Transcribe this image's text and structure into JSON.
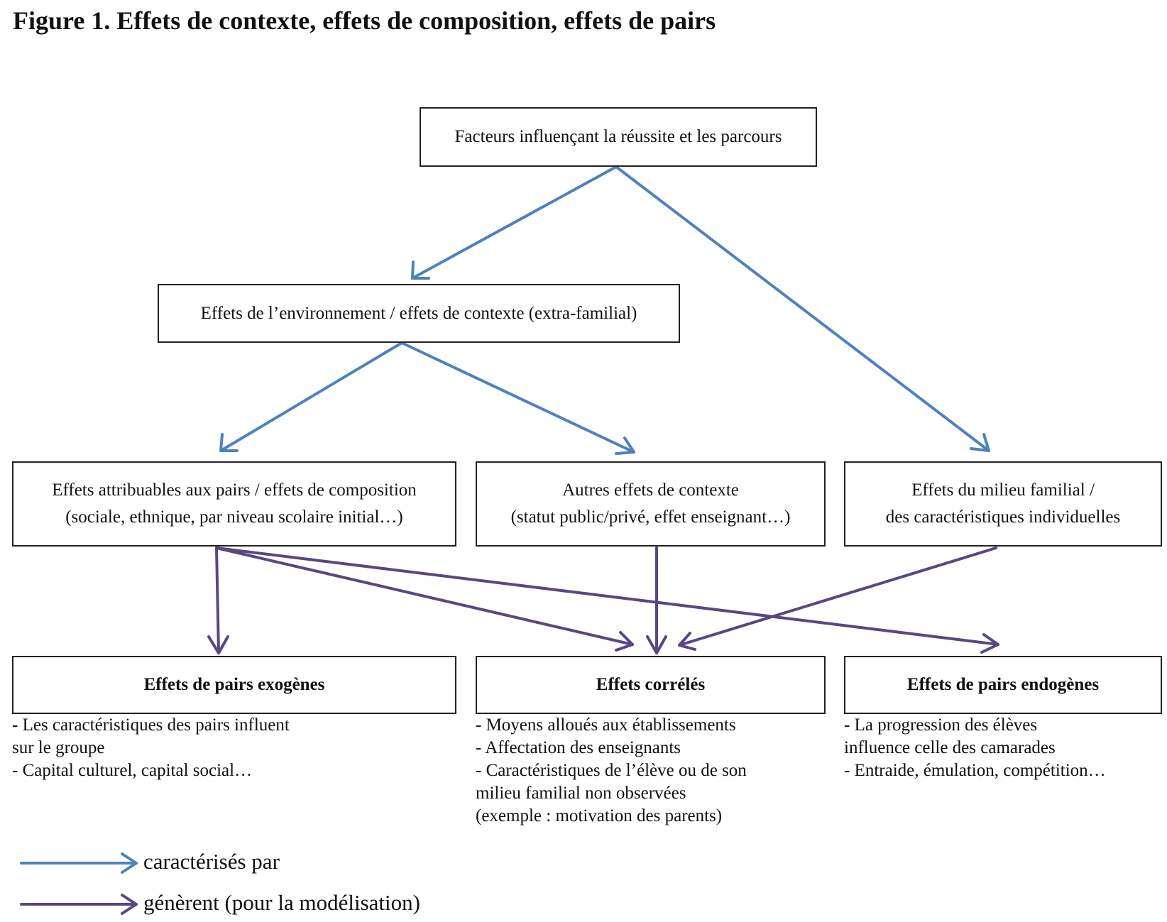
{
  "title": "Figure 1. Effets de contexte, effets de composition, effets de pairs",
  "nodes": {
    "root": {
      "lines": [
        "Facteurs influençant la réussite et les parcours"
      ]
    },
    "env": {
      "lines": [
        "Effets de l’environnement / effets de contexte (extra-familial)"
      ]
    },
    "peers": {
      "lines": [
        "Effets attribuables aux pairs / effets de composition",
        "(sociale, ethnique, par niveau scolaire initial…)"
      ]
    },
    "other": {
      "lines": [
        "Autres effets de contexte",
        "(statut public/privé, effet enseignant…)"
      ]
    },
    "family": {
      "lines": [
        "Effets du milieu familial /",
        "des caractéristiques individuelles"
      ]
    },
    "exo": {
      "label": "Effets de pairs exogènes",
      "desc": [
        "- Les caractéristiques des pairs influent",
        "sur le groupe",
        "- Capital culturel, capital social…"
      ]
    },
    "corr": {
      "label": "Effets corrélés",
      "desc": [
        "- Moyens alloués aux établissements",
        "- Affectation des enseignants",
        "- Caractéristiques de l’élève ou de son",
        "milieu familial non observées",
        "(exemple : motivation des parents)"
      ]
    },
    "endo": {
      "label": "Effets de pairs endogènes",
      "desc": [
        "- La progression des élèves",
        "influence celle des camarades",
        "- Entraide, émulation, compétition…"
      ]
    }
  },
  "edges": [
    {
      "from": "root",
      "to": "env",
      "type": "characterized"
    },
    {
      "from": "root",
      "to": "family",
      "type": "characterized"
    },
    {
      "from": "env",
      "to": "peers",
      "type": "characterized"
    },
    {
      "from": "env",
      "to": "other",
      "type": "characterized"
    },
    {
      "from": "peers",
      "to": "exo",
      "type": "generate"
    },
    {
      "from": "peers",
      "to": "corr",
      "type": "generate"
    },
    {
      "from": "peers",
      "to": "endo",
      "type": "generate"
    },
    {
      "from": "other",
      "to": "corr",
      "type": "generate"
    },
    {
      "from": "family",
      "to": "corr",
      "type": "generate"
    }
  ],
  "legend": {
    "characterized": {
      "label": "caractérisés par",
      "color": "#4f81bd"
    },
    "generate": {
      "label": "génèrent (pour la modélisation)",
      "color": "#5b4680"
    }
  }
}
